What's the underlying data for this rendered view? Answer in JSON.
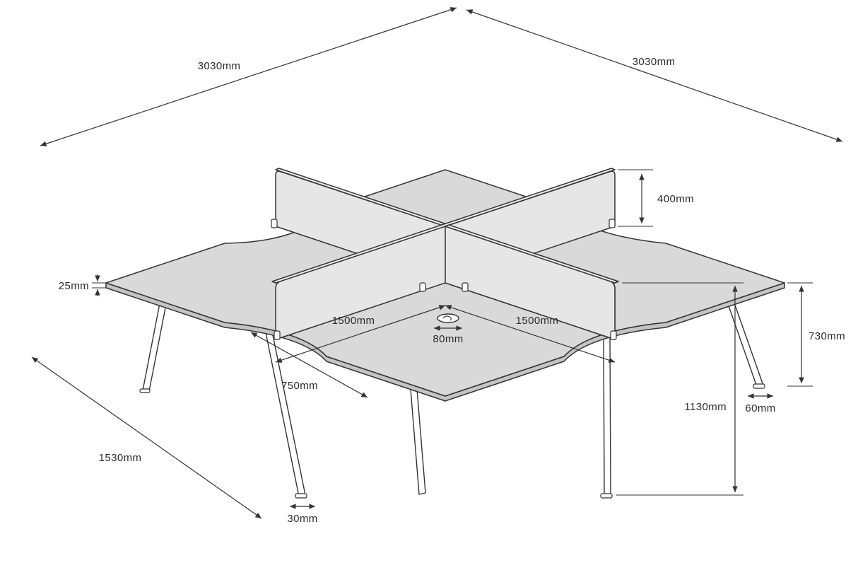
{
  "colors": {
    "background": "#ffffff",
    "line": "#333333",
    "desk_top": "#d9d9d9",
    "desk_edge": "#c4c4c4",
    "screen_face": "#e6e6e6",
    "screen_top": "#f2f2f2",
    "label_text": "#2b2b2b"
  },
  "dimensions": {
    "overall_width_left": "3030mm",
    "overall_width_right": "3030mm",
    "screen_height": "400mm",
    "screen_run_left": "1500mm",
    "screen_run_right": "1500mm",
    "cable_port_width": "80mm",
    "worktop_thickness": "25mm",
    "desk_height": "730mm",
    "overall_height": "1130mm",
    "foot_width": "60mm",
    "desk_width": "1530mm",
    "desk_depth": "750mm",
    "leg_width": "30mm"
  }
}
